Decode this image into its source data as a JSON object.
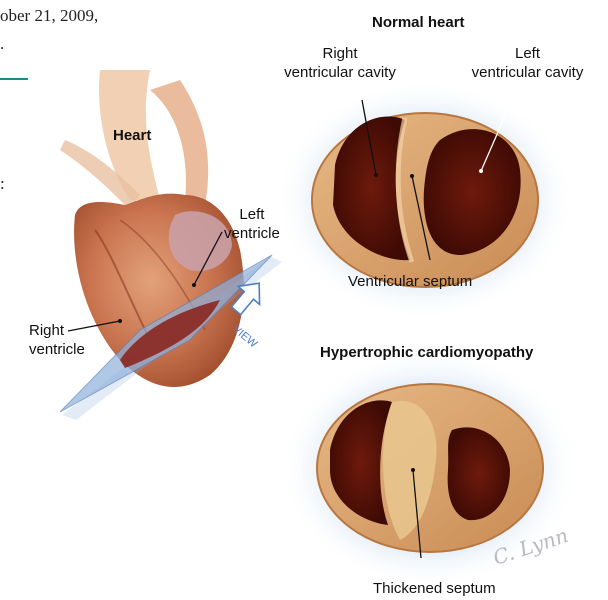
{
  "header_fragment": {
    "date": "ober 21, 2009,",
    "trail": "."
  },
  "side_fragment": ":",
  "heart_view": {
    "title": "Heart",
    "left_ventricle": [
      "Left",
      "ventricle"
    ],
    "right_ventricle": [
      "Right",
      "ventricle"
    ],
    "view_arrow": "VIEW"
  },
  "normal_heart": {
    "title": "Normal heart",
    "right_cavity": [
      "Right",
      "ventricular cavity"
    ],
    "left_cavity": [
      "Left",
      "ventricular cavity"
    ],
    "septum": "Ventricular septum"
  },
  "hcm": {
    "title": "Hypertrophic cardiomyopathy",
    "septum": "Thickened septum"
  },
  "signature": "C. Lynn",
  "colors": {
    "accent_rule": "#1b8a8a",
    "plane": "#8fb1dc",
    "muscle": "#d7a06a",
    "cavity": "#5a1208",
    "halo": "#cfe0f2"
  }
}
